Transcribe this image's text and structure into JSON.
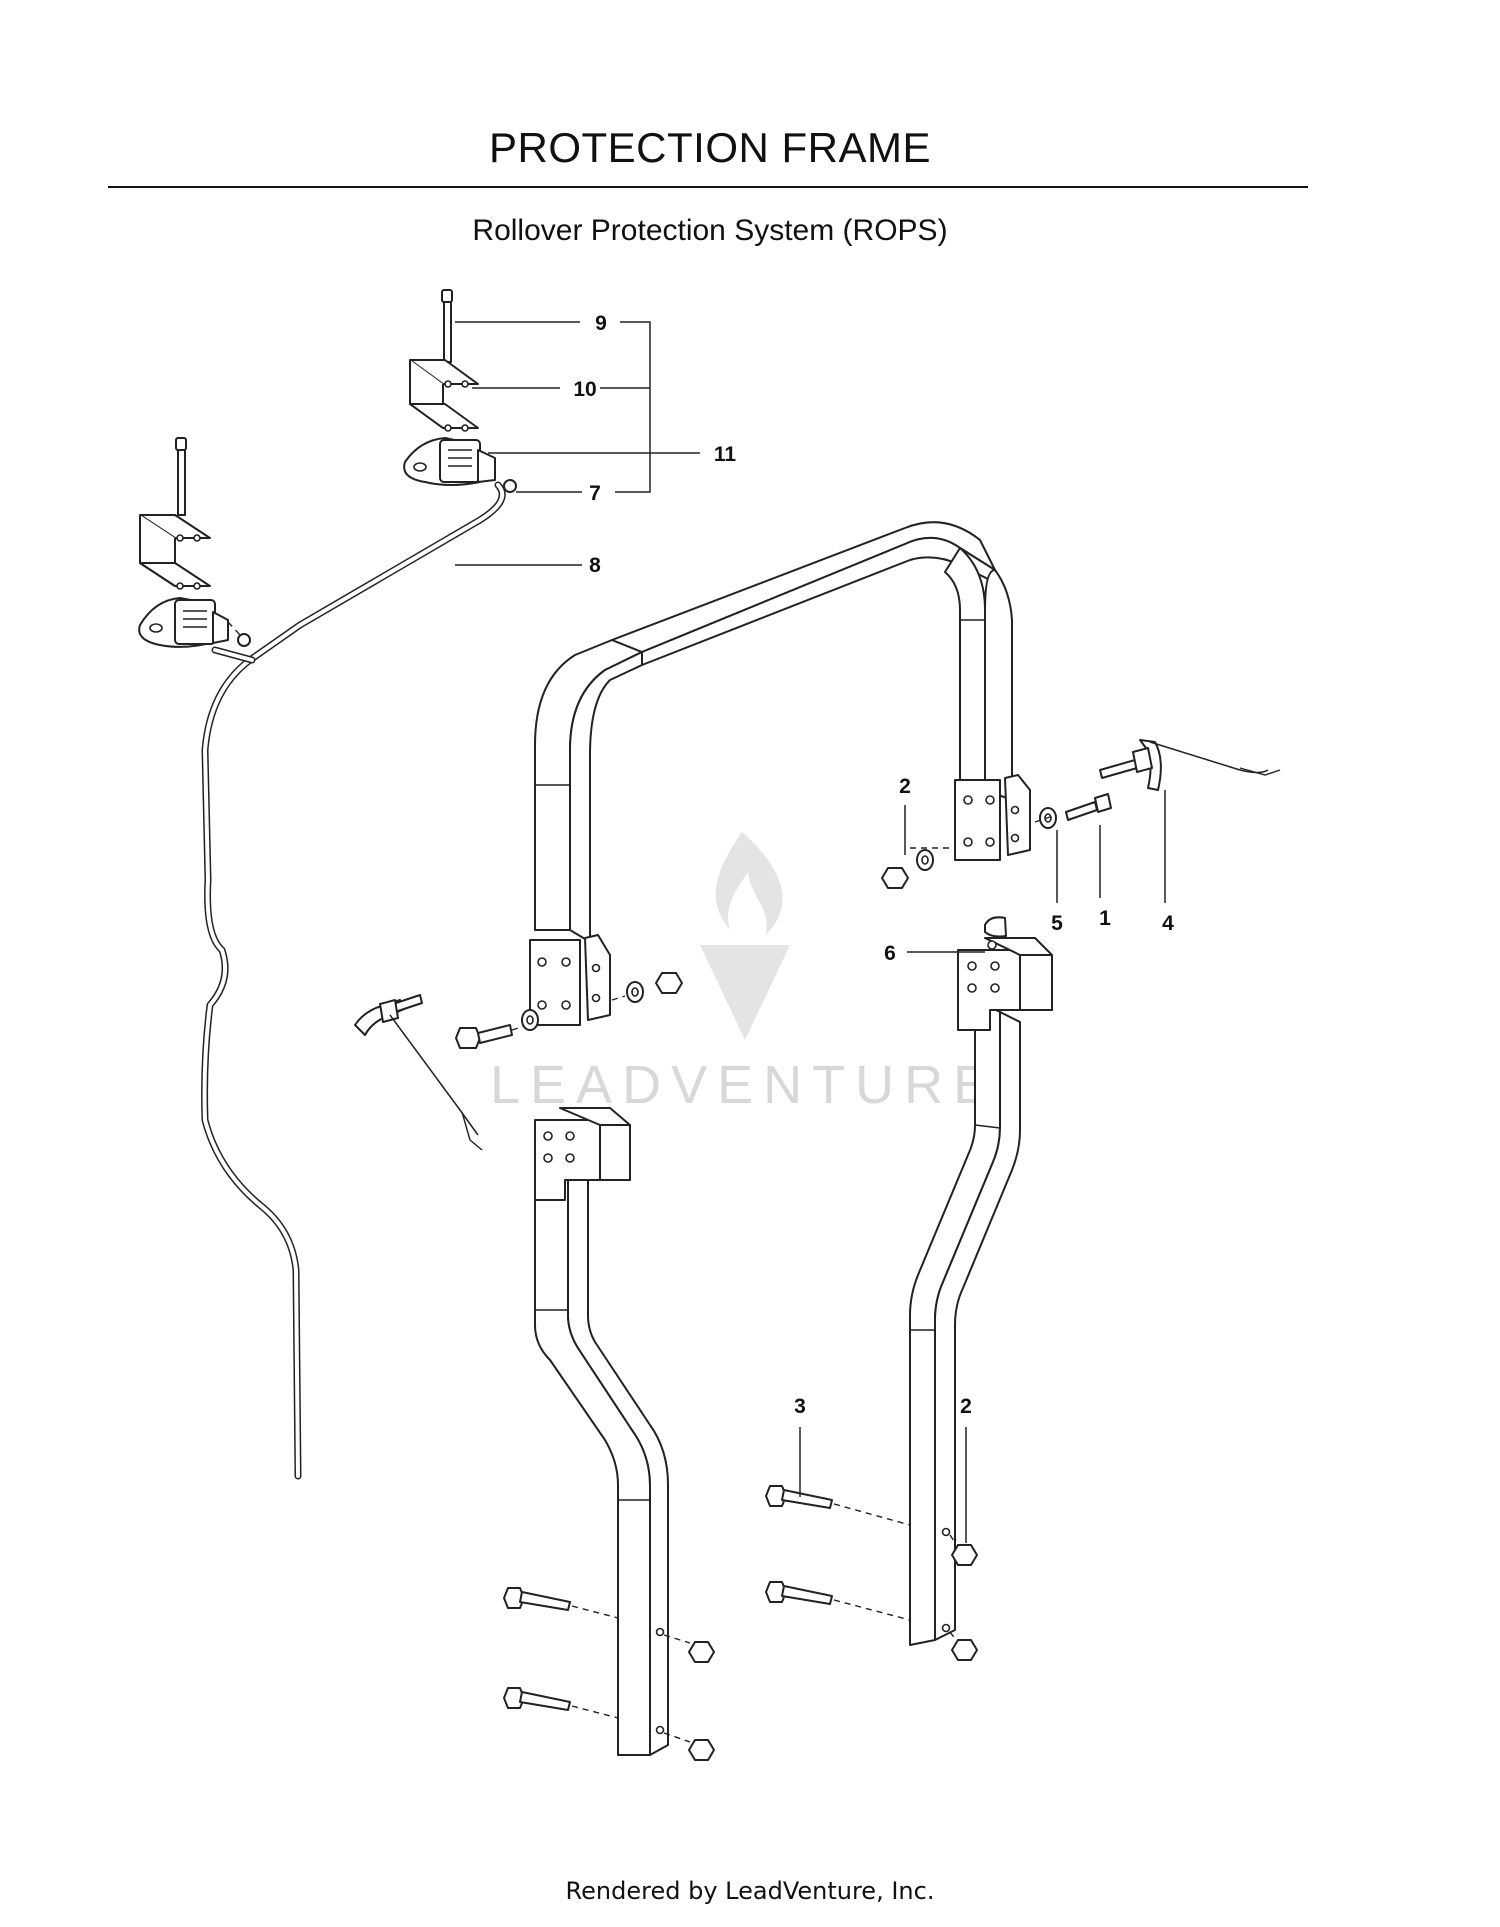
{
  "title": "PROTECTION FRAME",
  "subtitle": "Rollover Protection System (ROPS)",
  "watermark": "LEADVENTURE",
  "footer": "Rendered by LeadVenture, Inc.",
  "callouts": {
    "c1": "1",
    "c2a": "2",
    "c2b": "2",
    "c3": "3",
    "c4": "4",
    "c5": "5",
    "c6": "6",
    "c7": "7",
    "c8": "8",
    "c9": "9",
    "c10": "10",
    "c11": "11"
  }
}
